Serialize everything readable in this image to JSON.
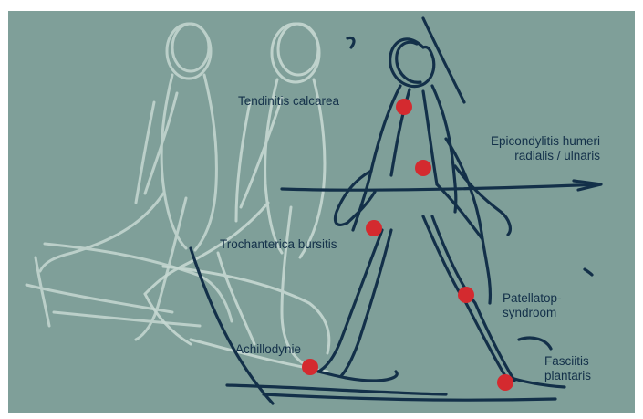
{
  "labels": {
    "tendinitis": "Tendinitis calcarea",
    "epicondylitis_line1": "Epicondylitis humeri",
    "epicondylitis_line2": "radialis / ulnaris",
    "trochanterica": "Trochanterica bursitis",
    "patellatop_line1": "Patellatop-",
    "patellatop_line2": "syndroom",
    "achillodynie": "Achillodynie",
    "fasciitis_line1": "Fasciitis",
    "fasciitis_line2": "plantaris"
  },
  "colors": {
    "background": "#7f9f99",
    "figure_dark": "#133049",
    "figure_ghost": "#c6d8d2",
    "marker": "#d42a2f",
    "label_text": "#133049"
  }
}
